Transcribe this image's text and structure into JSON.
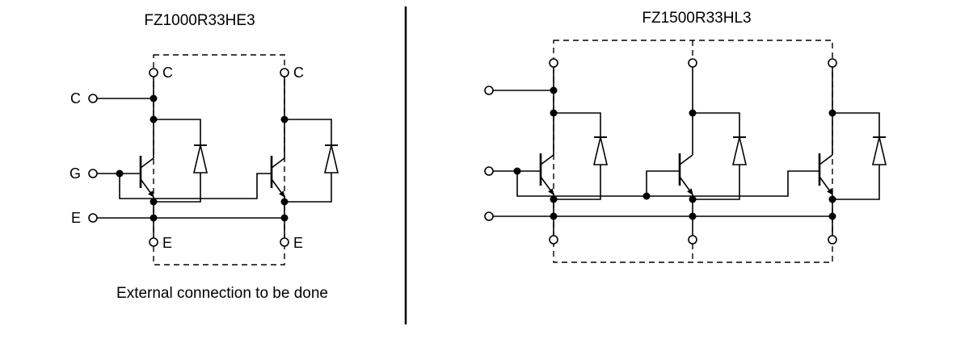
{
  "page": {
    "background": "#ffffff",
    "ink": "#000000"
  },
  "left_diagram": {
    "title": "FZ1000R33HE3",
    "caption": "External connection to be done",
    "labels": {
      "external_collector": "C",
      "external_gate": "G",
      "external_emitter": "E",
      "cell1_top": "C",
      "cell2_top": "C",
      "cell1_bottom": "E",
      "cell2_bottom": "E"
    }
  },
  "right_diagram": {
    "title": "FZ1500R33HL3"
  }
}
